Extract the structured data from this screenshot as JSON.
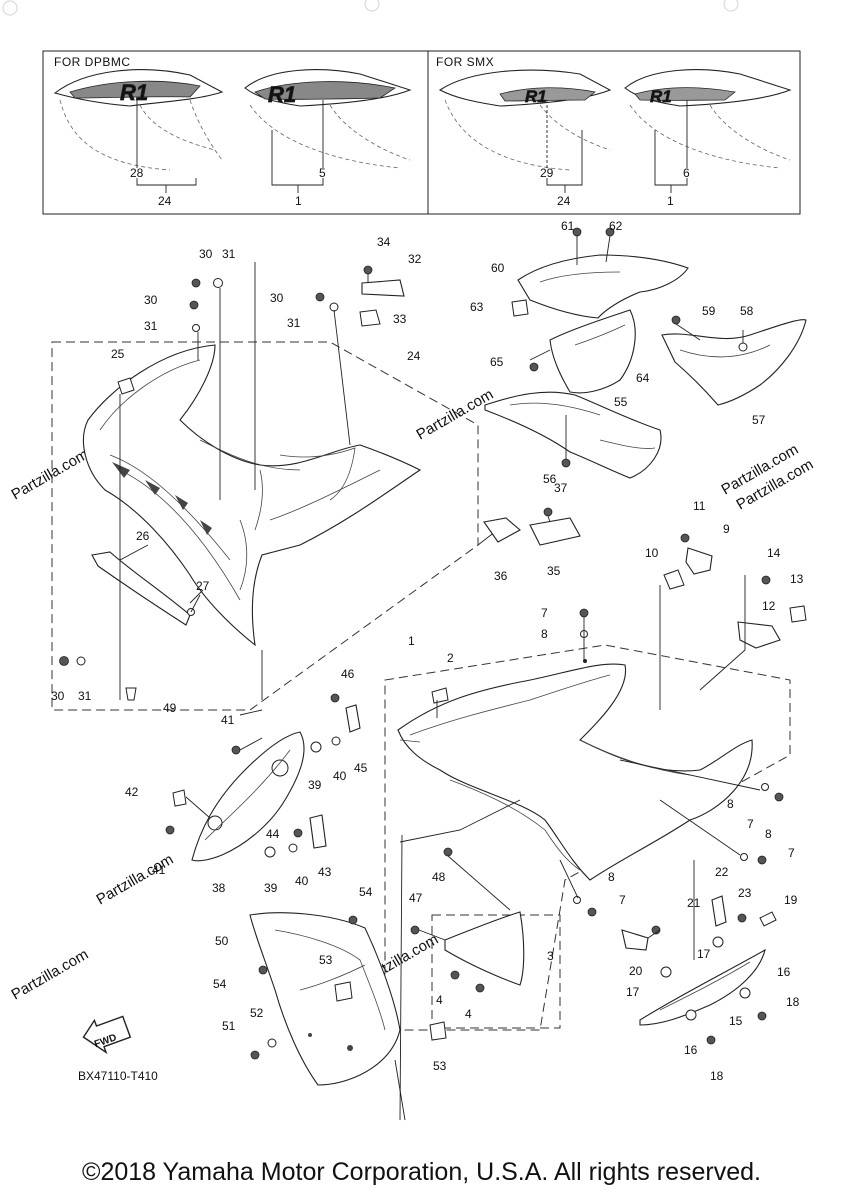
{
  "insets": [
    {
      "header": "FOR DPBMC",
      "left_callouts": [
        "28",
        "24"
      ],
      "right_callouts": [
        "5",
        "1"
      ]
    },
    {
      "header": "FOR SMX",
      "left_callouts": [
        "29",
        "24"
      ],
      "right_callouts": [
        "6",
        "1"
      ]
    }
  ],
  "decal_text": "R1",
  "labels": {
    "n1": "1",
    "n2": "2",
    "n3": "3",
    "n4a": "4",
    "n4b": "4",
    "n7a": "7",
    "n7b": "7",
    "n7c": "7",
    "n7d": "7",
    "n8a": "8",
    "n8b": "8",
    "n8c": "8",
    "n8d": "8",
    "n9": "9",
    "n10": "10",
    "n11": "11",
    "n12": "12",
    "n13": "13",
    "n14": "14",
    "n15": "15",
    "n16a": "16",
    "n16b": "16",
    "n17a": "17",
    "n17b": "17",
    "n18a": "18",
    "n18b": "18",
    "n19": "19",
    "n20": "20",
    "n21": "21",
    "n22": "22",
    "n23": "23",
    "n24": "24",
    "n25": "25",
    "n26": "26",
    "n27": "27",
    "n30a": "30",
    "n30b": "30",
    "n30c": "30",
    "n30d": "30",
    "n31a": "31",
    "n31b": "31",
    "n31c": "31",
    "n31d": "31",
    "n32": "32",
    "n33": "33",
    "n34": "34",
    "n35": "35",
    "n36": "36",
    "n37": "37",
    "n38": "38",
    "n39a": "39",
    "n39b": "39",
    "n40a": "40",
    "n40b": "40",
    "n41a": "41",
    "n41b": "41",
    "n42": "42",
    "n43": "43",
    "n44": "44",
    "n45": "45",
    "n46": "46",
    "n47": "47",
    "n48": "48",
    "n49": "49",
    "n50": "50",
    "n51": "51",
    "n52": "52",
    "n53a": "53",
    "n53b": "53",
    "n54a": "54",
    "n54b": "54",
    "n55": "55",
    "n56": "56",
    "n57": "57",
    "n58": "58",
    "n59": "59",
    "n60": "60",
    "n61": "61",
    "n62": "62",
    "n63": "63",
    "n64": "64",
    "n65": "65"
  },
  "fwd_label": "FWD",
  "diagram_code": "BX47110-T410",
  "watermark": "Partzilla.com",
  "copyright": "©2018 Yamaha Motor Corporation, U.S.A. All rights reserved."
}
